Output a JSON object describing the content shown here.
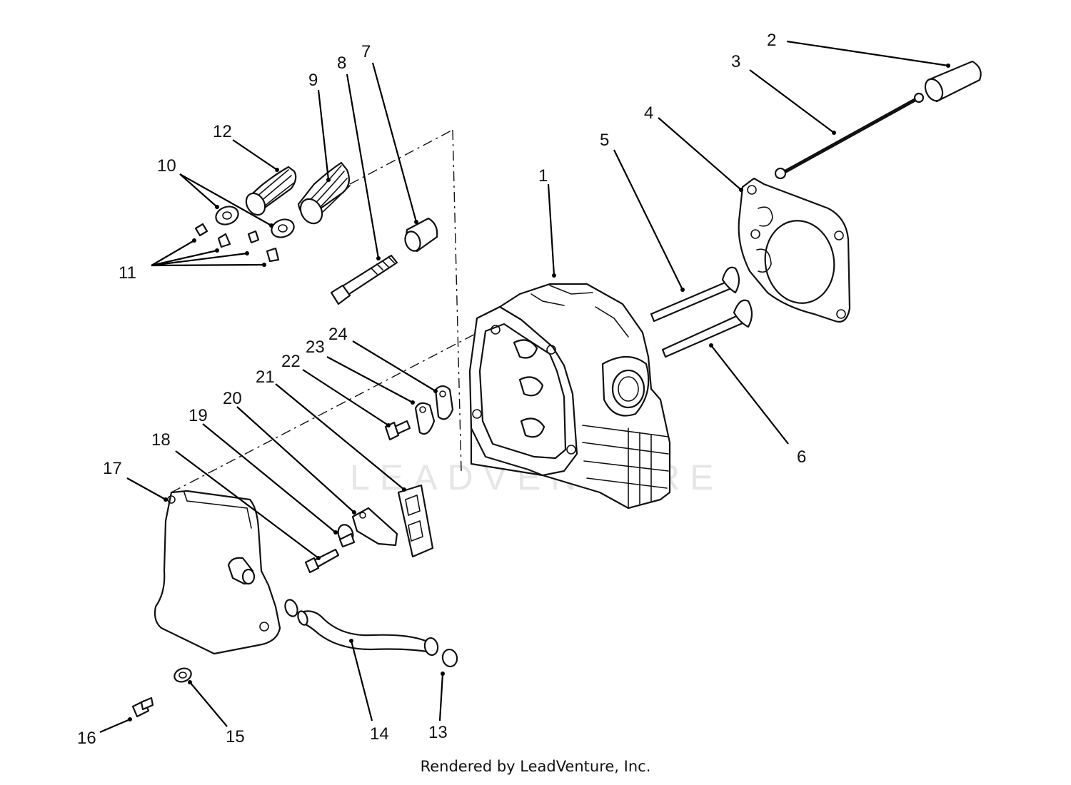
{
  "watermark": "LEADVENTURE",
  "footer": "Rendered by LeadVenture, Inc.",
  "callouts": [
    "1",
    "2",
    "3",
    "4",
    "5",
    "6",
    "7",
    "8",
    "9",
    "10",
    "11",
    "12",
    "13",
    "14",
    "15",
    "16",
    "17",
    "18",
    "19",
    "20",
    "21",
    "22",
    "23",
    "24"
  ]
}
